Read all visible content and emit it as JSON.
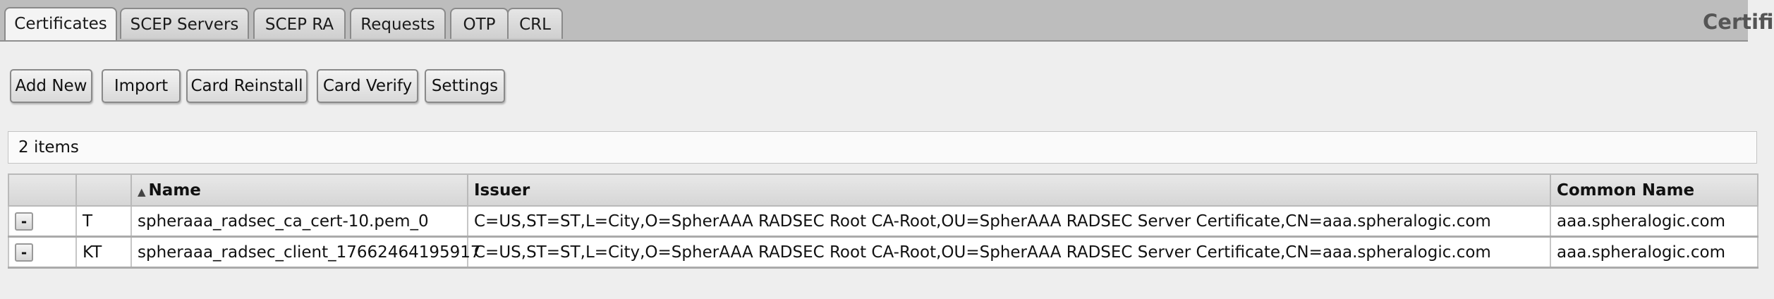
{
  "tabs": [
    {
      "label": "Certificates",
      "active": true
    },
    {
      "label": "SCEP Servers"
    },
    {
      "label": "SCEP RA"
    },
    {
      "label": "Requests"
    },
    {
      "label": "OTP"
    },
    {
      "label": "CRL"
    }
  ],
  "app_title": "Certifi",
  "toolbar": {
    "add_new": "Add New",
    "import": "Import",
    "card_reinstall": "Card Reinstall",
    "card_verify": "Card Verify",
    "settings": "Settings"
  },
  "item_count": "2 items",
  "table": {
    "columns": [
      "",
      "",
      "Name",
      "Issuer",
      "Common Name"
    ],
    "rows": [
      {
        "action": "-",
        "type": "T",
        "name": "spheraaa_radsec_ca_cert-10.pem_0",
        "issuer": "C=US,ST=ST,L=City,O=SpherAAA RADSEC Root CA-Root,OU=SpherAAA RADSEC Server Certificate,CN=aaa.spheralogic.com",
        "common_name": "aaa.spheralogic.com"
      },
      {
        "action": "-",
        "type": "KT",
        "name": "spheraaa_radsec_client_17662464195917",
        "issuer": "C=US,ST=ST,L=City,O=SpherAAA RADSEC Root CA-Root,OU=SpherAAA RADSEC Server Certificate,CN=aaa.spheralogic.com",
        "common_name": "aaa.spheralogic.com"
      }
    ]
  },
  "icons": {
    "sort": "sort-ascending-icon"
  }
}
